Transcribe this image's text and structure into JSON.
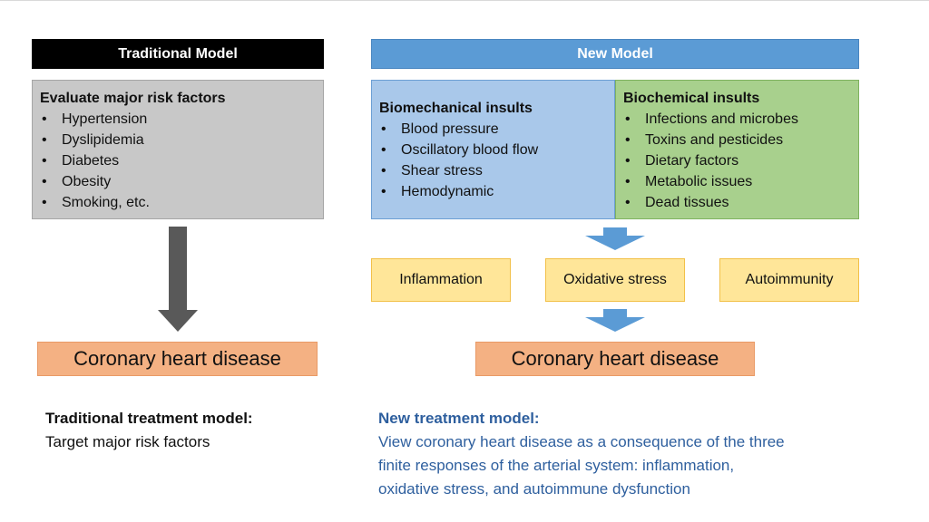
{
  "traditional": {
    "header": "Traditional Model",
    "box_title": "Evaluate major risk factors",
    "items": [
      "Hypertension",
      "Dyslipidemia",
      "Diabetes",
      "Obesity",
      "Smoking, etc."
    ],
    "outcome": "Coronary heart disease",
    "treatment_title": "Traditional treatment model:",
    "treatment_text": "Target major risk factors"
  },
  "new_model": {
    "header": "New Model",
    "biomechanical": {
      "title": "Biomechanical insults",
      "items": [
        "Blood pressure",
        "Oscillatory blood flow",
        "Shear stress",
        "Hemodynamic"
      ]
    },
    "biochemical": {
      "title": "Biochemical insults",
      "items": [
        "Infections and microbes",
        "Toxins and pesticides",
        "Dietary factors",
        "Metabolic issues",
        "Dead tissues"
      ]
    },
    "responses": [
      "Inflammation",
      "Oxidative stress",
      "Autoimmunity"
    ],
    "outcome": "Coronary heart disease",
    "treatment_title": "New treatment model:",
    "treatment_lines": [
      "View coronary heart disease as a consequence of the three",
      "finite responses of the arterial system: inflammation,",
      "oxidative stress, and autoimmune dysfunction"
    ]
  },
  "colors": {
    "traditional_header": "#000000",
    "new_header": "#5b9bd5",
    "traditional_box": "#c8c8c8",
    "biomechanical_box": "#a9c8ea",
    "biochemical_box": "#a8d08d",
    "response_box": "#ffe699",
    "outcome_box": "#f4b183",
    "dark_arrow": "#595959",
    "blue_arrow": "#5b9bd5",
    "new_treatment_text": "#2e5f9e"
  }
}
